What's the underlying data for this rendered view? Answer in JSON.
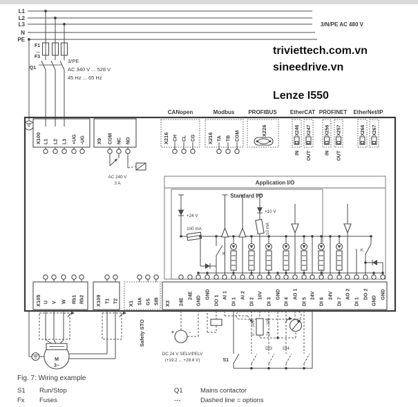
{
  "power": {
    "bus": [
      "L1",
      "L2",
      "L3",
      "N",
      "PE"
    ],
    "supply": "3/N/PE AC 480 V",
    "f1": "F1",
    "fdots": "...",
    "f3": "F3",
    "q1": "Q1",
    "spec": [
      "3/PE",
      "AC 340 V ... 528 V",
      "45 Hz ... 65 Hz"
    ]
  },
  "brand": {
    "site1": "triviettech.com.vn",
    "site2": "sineedrive.vn",
    "product": "Lenze I550"
  },
  "x100": {
    "name": "X100",
    "t": [
      "L1",
      "L2",
      "L3",
      "+UG",
      "-UG"
    ]
  },
  "x9": {
    "name": "X9",
    "t": [
      "COM",
      "NC",
      "NO"
    ],
    "rating1": "AC 240 V",
    "rating2": "3 A"
  },
  "fieldbus": {
    "canopen": {
      "label": "CANopen",
      "name": "X216",
      "t": [
        "CH",
        "CL",
        "CG"
      ]
    },
    "modbus": {
      "label": "Modbus",
      "name": "X216",
      "t": [
        "TA",
        "TB",
        "COM"
      ]
    },
    "profibus": {
      "label": "PROFIBUS",
      "name": "X226"
    },
    "ethercat": {
      "label": "EtherCAT",
      "p1": "X246",
      "p2": "X247",
      "in": "IN",
      "out": "OUT"
    },
    "profinet": {
      "label": "PROFINET",
      "p1": "X256",
      "p2": "X257",
      "in": "IN",
      "out": "OUT"
    },
    "ethernetip": {
      "label": "EtherNet/IP",
      "p1": "X266",
      "p2": "X267"
    }
  },
  "io": {
    "app": "Application I/O",
    "std": "Standard I/O",
    "v24": "+24 V",
    "ma100": "100 mA",
    "v10": "+10 V",
    "ma10": "10 mA",
    "k1": "K",
    "k2": "K"
  },
  "x105": {
    "name": "X105",
    "t": [
      "U",
      "V",
      "W",
      "Rb1",
      "Rb2"
    ]
  },
  "x109": {
    "name": "X109",
    "t": [
      "T1",
      "T2"
    ]
  },
  "x1": {
    "name": "X1",
    "t": [
      "SIA",
      "GS",
      "SIB"
    ],
    "caption": "Safety STO"
  },
  "x3": {
    "name": "X3",
    "t": [
      "24E",
      "24E",
      "GND",
      "GND",
      "DO 1",
      "AI 1",
      "DI 1",
      "AI 2",
      "DI 2",
      "10V",
      "DI 3",
      "GND",
      "DI 4",
      "AO 1",
      "DI 5",
      "24V",
      "DI 6",
      "24V",
      "DI 7",
      "AO 2",
      "DI 1",
      "DO 2",
      "GND",
      "GND"
    ]
  },
  "ext": {
    "plus": "+",
    "minus": "-",
    "dc1": "DC 24 V SELV/PELV",
    "dc2": "(+19.2 ... +28.8 V)",
    "s1": "S1",
    "di3": "DI3",
    "di4": "DI4",
    "pot1": "0 ... 10V",
    "pot2": "1k ... 10k",
    "motor_m": "M",
    "motor_ph": "3~"
  },
  "caption": "Fig. 7: Wiring example",
  "legend": {
    "k1": "S1",
    "v1": "Run/Stop",
    "k2": "Fx",
    "v2": "Fuses",
    "k3": "Q1",
    "v3": "Mains contactor",
    "k4": "---",
    "v4": "Dashed line = options"
  }
}
